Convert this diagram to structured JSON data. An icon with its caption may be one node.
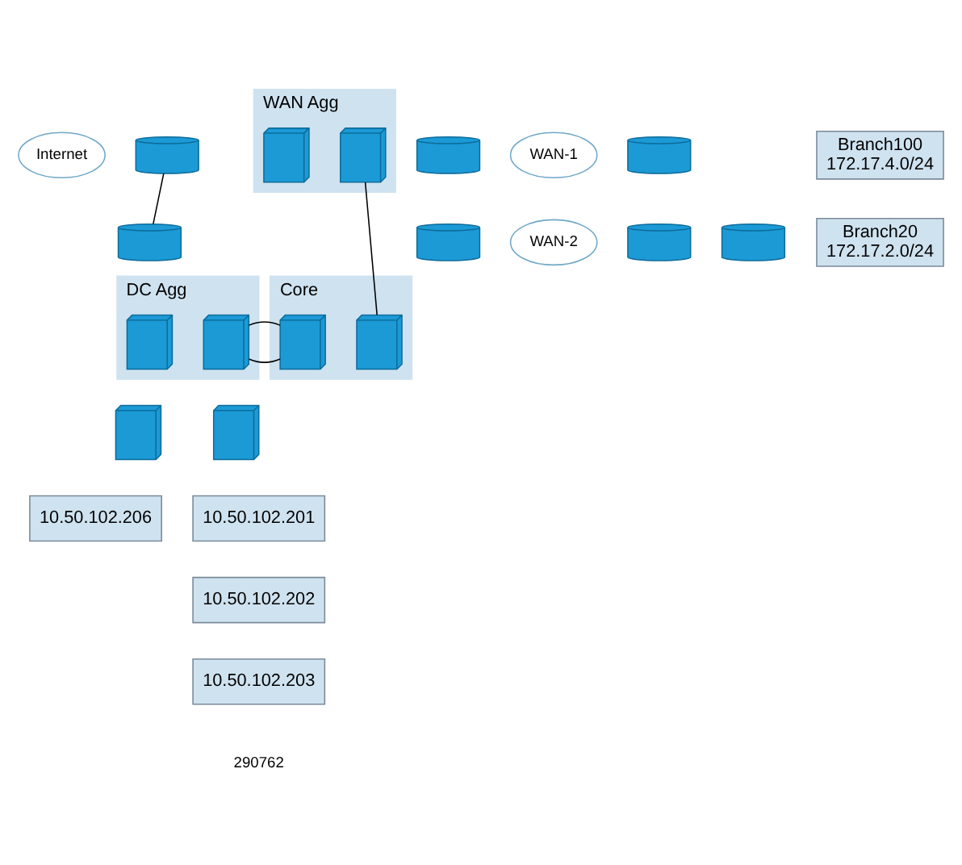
{
  "diagram": {
    "nodes": [
      {
        "text": [
          "Internet"
        ]
      },
      {
        "text": [],
        "shape": "cylinder"
      },
      {
        "text": [],
        "shape": "cylinder"
      },
      {
        "text": [
          "WAN Agg"
        ]
      },
      {
        "text": [],
        "shape": "box",
        "in": 3
      },
      {
        "text": [],
        "shape": "box",
        "in": 3
      },
      {
        "text": [],
        "shape": "cylinder"
      },
      {
        "text": [
          "WAN-1"
        ]
      },
      {
        "text": [],
        "shape": "cylinder"
      },
      {
        "text": [
          "WAN-2"
        ]
      },
      {
        "text": [],
        "shape": "cylinder"
      },
      {
        "text": [],
        "shape": "cylinder"
      },
      {
        "text": [
          "Branch100",
          "172.17.4.0/24"
        ]
      },
      {
        "text": [],
        "shape": "cylinder"
      },
      {
        "text": [
          "Branch20",
          "172.17.2.0/24"
        ]
      },
      {
        "text": [
          "DC Agg"
        ]
      },
      {
        "text": [],
        "shape": "box",
        "in": 15
      },
      {
        "text": [],
        "shape": "box",
        "in": 15
      },
      {
        "text": [
          "Core"
        ]
      },
      {
        "text": [],
        "shape": "box",
        "in": 18
      },
      {
        "text": [],
        "shape": "box",
        "in": 18
      },
      {
        "text": [],
        "shape": "box"
      },
      {
        "text": [
          "10.50.102.206"
        ]
      },
      {
        "text": [],
        "shape": "box"
      },
      {
        "text": [
          "10.50.102.201"
        ]
      },
      {
        "text": [
          "10.50.102.202"
        ]
      },
      {
        "text": [
          "10.50.102.203"
        ]
      }
    ],
    "edges": [
      {
        "from": 1,
        "to": 2,
        "arrow": "none"
      },
      {
        "from": 5,
        "to": 20,
        "arrow": "none"
      },
      {
        "from": 17,
        "to": 19,
        "arrow": "none"
      }
    ],
    "labels": [
      "290762"
    ]
  }
}
